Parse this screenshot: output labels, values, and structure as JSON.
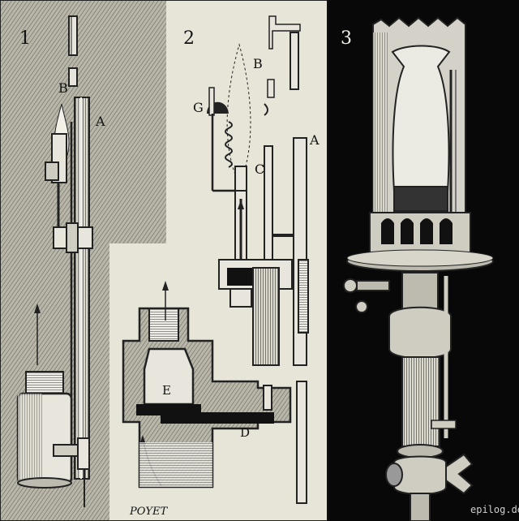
{
  "panels": [
    {
      "number": "1",
      "labels": [
        "B",
        "A"
      ]
    },
    {
      "number": "2",
      "labels": [
        "B",
        "G",
        "C",
        "A",
        "E",
        "D"
      ]
    },
    {
      "number": "3",
      "labels": []
    }
  ],
  "signature": "POYET",
  "watermark": "epilog.de"
}
